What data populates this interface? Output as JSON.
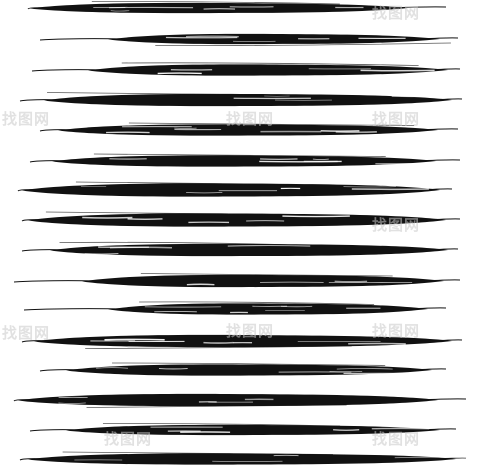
{
  "image": {
    "subject": "stack of horizontal black ink brush strokes",
    "stroke_count": 16,
    "stroke_color": "#111111",
    "background_color": "#ffffff"
  },
  "watermark": {
    "text": "找图网",
    "color": "#c8c8c8"
  }
}
